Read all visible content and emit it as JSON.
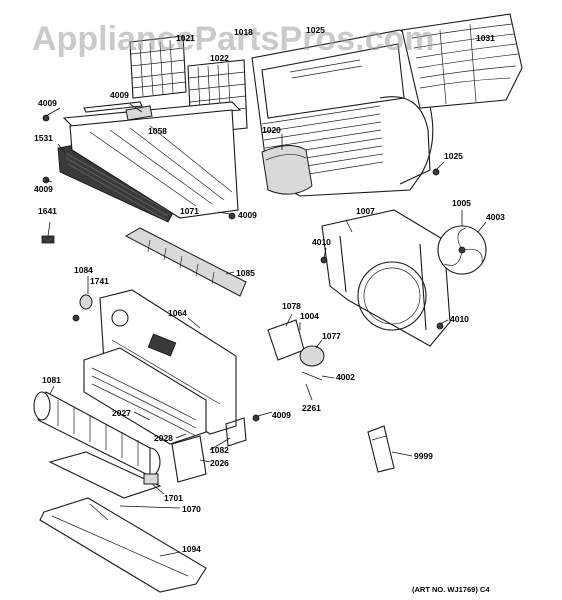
{
  "watermark": "AppliancePartsPros.com",
  "art_reference": "(ART NO. WJ1769) C4",
  "labels": {
    "l1021": "1021",
    "l1018": "1018",
    "l1025top": "1025",
    "l1031": "1031",
    "l1022": "1022",
    "l4009a": "4009",
    "l4009b": "4009",
    "l1058": "1058",
    "l1531": "1531",
    "l4009c": "4009",
    "l1020": "1020",
    "l1025": "1025",
    "l1071": "1071",
    "l4009d": "4009",
    "l1641": "1641",
    "l1007": "1007",
    "l1005": "1005",
    "l4003": "4003",
    "l4010a": "4010",
    "l1084": "1084",
    "l1741": "1741",
    "l1085": "1085",
    "l1064": "1064",
    "l1078": "1078",
    "l1004": "1004",
    "l1077": "1077",
    "l4010b": "4010",
    "l1081": "1081",
    "l4002": "4002",
    "l2027": "2027",
    "l4009e": "4009",
    "l2261": "2261",
    "l2028": "2028",
    "l1082": "1082",
    "l2026": "2026",
    "l9999": "9999",
    "l1701": "1701",
    "l1070": "1070",
    "l1094": "1094"
  }
}
